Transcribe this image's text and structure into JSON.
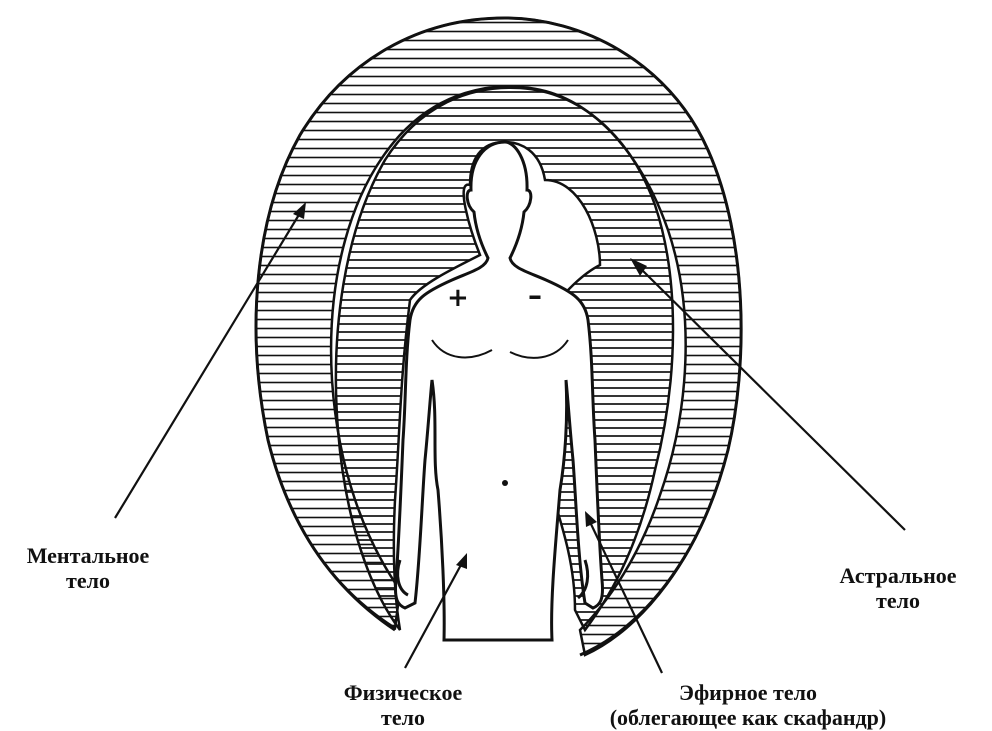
{
  "labels": {
    "mental": {
      "line1": "Ментальное",
      "line2": "тело"
    },
    "astral": {
      "line1": "Астральное",
      "line2": "тело"
    },
    "physical": {
      "line1": "Физическое",
      "line2": "тело"
    },
    "etheric": {
      "line1": "Эфирное тело",
      "line2": "(облегающее как скафандр)"
    }
  },
  "signs": {
    "plus": "+",
    "minus": "–"
  },
  "colors": {
    "ink": "#111111",
    "background": "#ffffff"
  }
}
